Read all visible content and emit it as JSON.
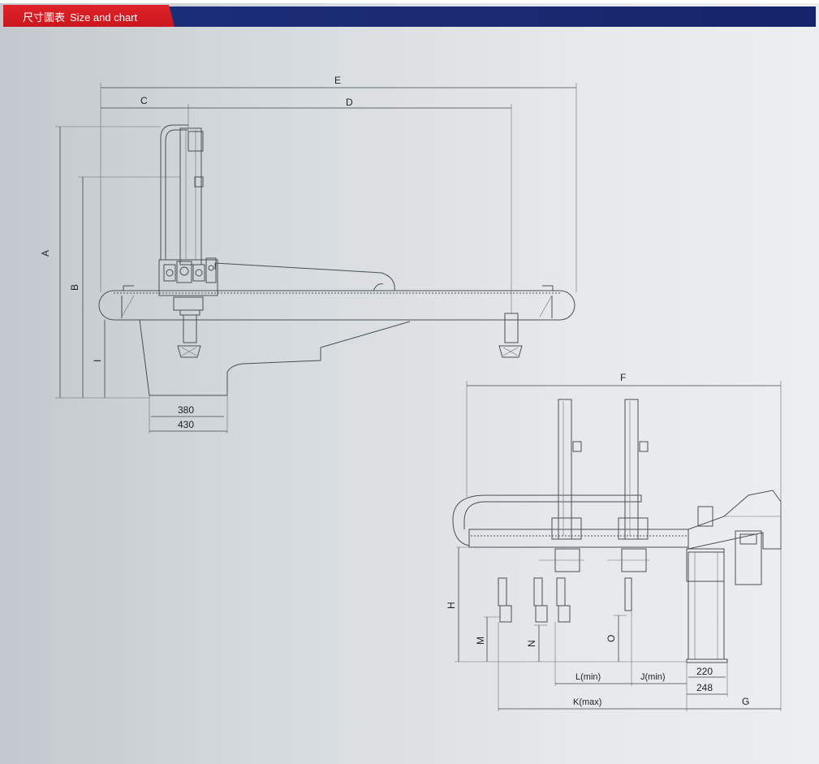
{
  "header": {
    "title_cn": "尺寸圖表",
    "title_en": "Size and chart",
    "tab_color": "#d81e24",
    "bar_color": "#1b2b74"
  },
  "side_view": {
    "dim_labels": {
      "A": "A",
      "B": "B",
      "C": "C",
      "D": "D",
      "E": "E",
      "I": "I"
    },
    "base_width_inner": "380",
    "base_width_outer": "430"
  },
  "front_view": {
    "dim_labels": {
      "F": "F",
      "G": "G",
      "H": "H",
      "M": "M",
      "N": "N",
      "O": "O",
      "L": "L(min)",
      "J": "J(min)",
      "K": "K(max)"
    },
    "column_width_inner": "220",
    "column_width_outer": "248"
  }
}
